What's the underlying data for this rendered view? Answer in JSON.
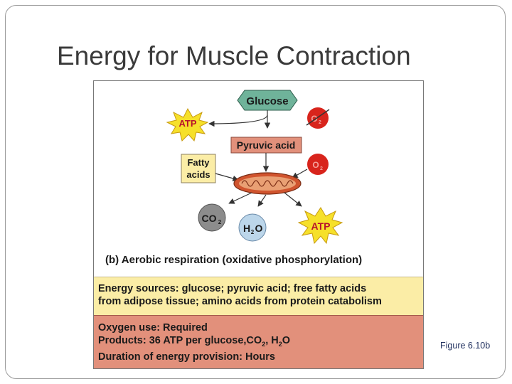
{
  "slide": {
    "title": "Energy for Muscle Contraction",
    "caption": "Figure 6.10b"
  },
  "diagram": {
    "glucose": "Glucose",
    "atp_left": "ATP",
    "o2_crossed_o": "O",
    "o2_crossed_sub": "2",
    "pyruvic_acid": "Pyruvic acid",
    "fatty_acids_line1": "Fatty",
    "fatty_acids_line2": "acids",
    "o2_o": "O",
    "o2_sub": "2",
    "co2_co": "CO",
    "co2_sub": "2",
    "h2o_h": "H",
    "h2o_sub": "2",
    "h2o_o": "O",
    "atp_right": "ATP",
    "panel_label": "(b) Aerobic respiration (oxidative phosphorylation)"
  },
  "energy_sources": {
    "line1": "Energy sources: glucose; pyruvic acid; free fatty acids",
    "line2": "from adipose tissue; amino acids from protein catabolism"
  },
  "oxygen_panel": {
    "oxygen_use": "Oxygen use: Required",
    "products_prefix": "Products: 36 ATP per glucose,CO",
    "products_sub1": "2",
    "products_mid": ", H",
    "products_sub2": "2",
    "products_suffix": "O",
    "duration": "Duration of energy provision: Hours"
  },
  "colors": {
    "glucose_fill": "#6fb39a",
    "red_circle": "#d8241c",
    "pyruvic_fill": "#e2907b",
    "fatty_fill": "#fbeda6",
    "atp_star": "#f6e02a",
    "co2_fill": "#8c8c8c",
    "h2o_fill": "#bcd6ea",
    "mito_fill": "#d0542e"
  }
}
